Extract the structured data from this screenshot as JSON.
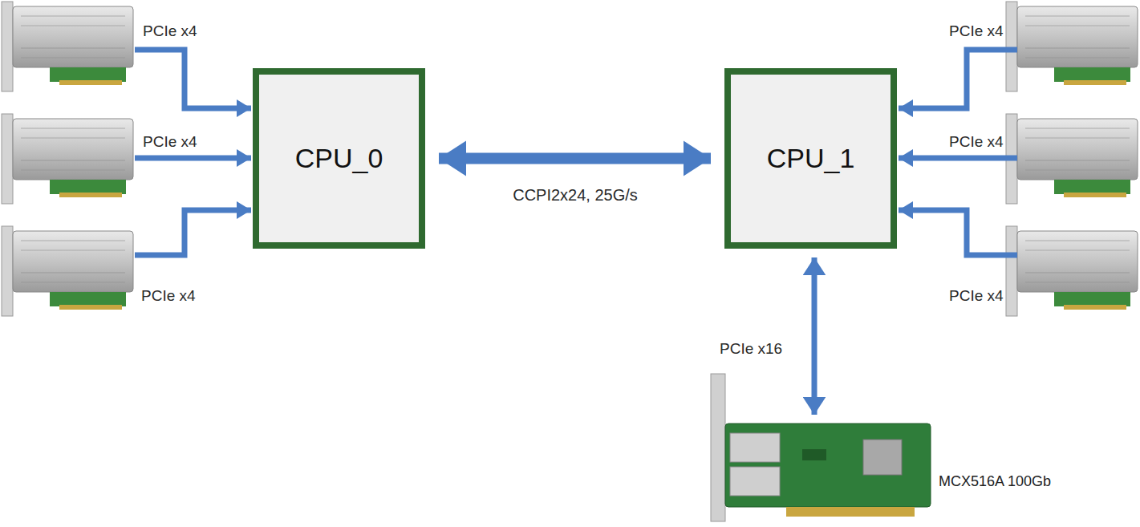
{
  "diagram": {
    "nodes": [
      {
        "text": [
          "CPU_0"
        ]
      },
      {
        "text": [
          "CPU_1"
        ]
      },
      {
        "text": [
          "MCX516A 100Gb"
        ]
      }
    ],
    "edges": [
      {
        "from": 0,
        "to": 1,
        "label": "CCPI2x24, 25G/s",
        "arrow": "both"
      },
      {
        "from": 1,
        "to": 2,
        "label": "PCIe x16",
        "arrow": "both"
      }
    ],
    "labels": [
      "PCIe x4",
      "PCIe x4",
      "PCIe x4",
      "PCIe x4",
      "PCIe x4",
      "PCIe x4"
    ]
  }
}
